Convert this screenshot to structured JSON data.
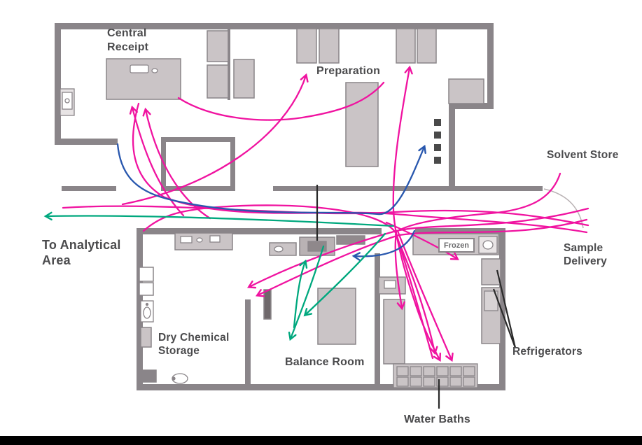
{
  "labels": {
    "central_receipt": "Central Receipt",
    "preparation": "Preparation",
    "solvent_store": "Solvent Store",
    "sample_delivery": "Sample Delivery",
    "to_analytical_area": "To Analytical Area",
    "dry_chemical_storage": "Dry Chemical Storage",
    "balance_room": "Balance Room",
    "refrigerators": "Refrigerators",
    "water_baths": "Water Baths",
    "frozen": "Frozen"
  },
  "colors": {
    "flow_pink": "#f013a0",
    "flow_blue": "#2857ae",
    "flow_green": "#00a87e",
    "wall": "#8a8589",
    "furniture_fill": "#cac4c6",
    "furniture_stroke": "#8a8589",
    "label_text": "#4b4b4d",
    "bottom_bar": "#000000"
  }
}
